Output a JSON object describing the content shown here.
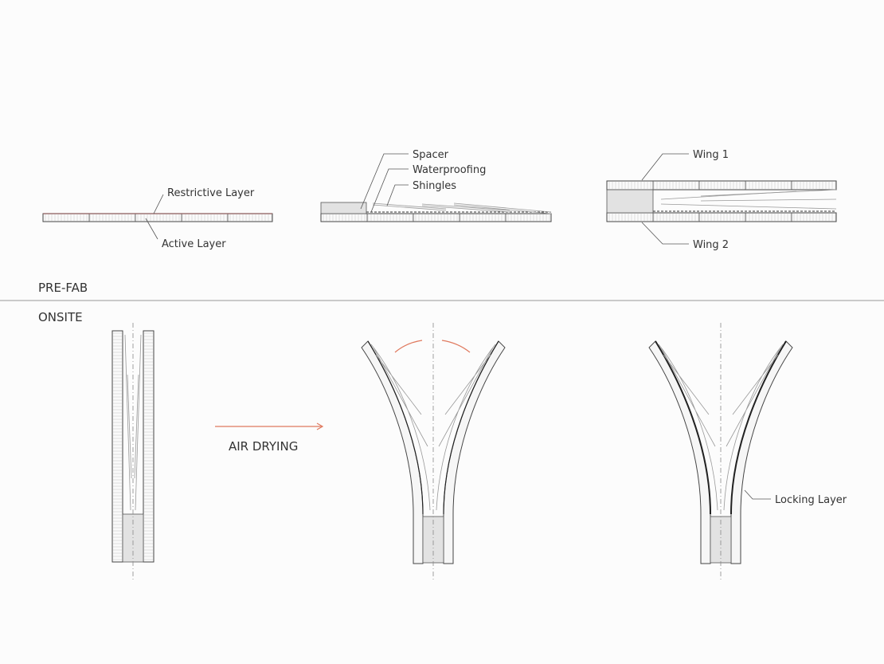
{
  "sections": {
    "prefab": "PRE-FAB",
    "onsite": "ONSITE"
  },
  "labels": {
    "restrictive_layer": "Restrictive Layer",
    "active_layer": "Active Layer",
    "spacer": "Spacer",
    "waterproofing": "Waterproofing",
    "shingles": "Shingles",
    "wing1": "Wing 1",
    "wing2": "Wing 2",
    "air_drying": "AIR DRYING",
    "locking_layer": "Locking Layer"
  },
  "colors": {
    "accent": "#e07a5f",
    "line": "#444444"
  }
}
